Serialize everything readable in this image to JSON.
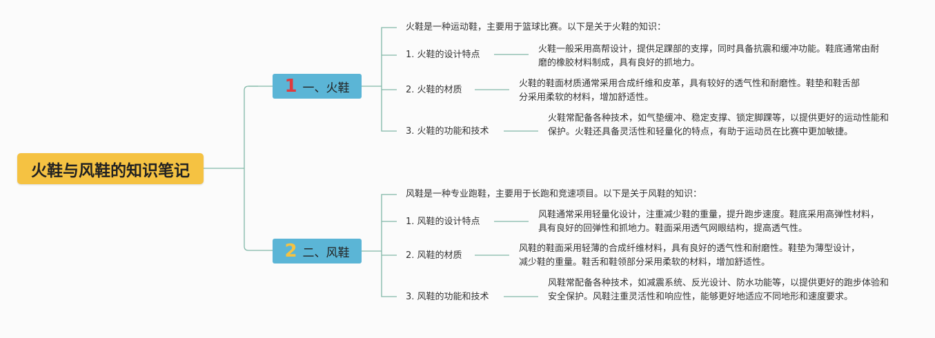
{
  "root": {
    "title": "火鞋与风鞋的知识笔记"
  },
  "branches": [
    {
      "number": "1",
      "label": "一、火鞋",
      "intro": "火鞋是一种运动鞋，主要用于篮球比赛。以下是关于火鞋的知识：",
      "items": [
        {
          "title": "1. 火鞋的设计特点",
          "detail": "火鞋一般采用高帮设计，提供足踝部的支撑，同时具备抗震和缓冲功能。鞋底通常由耐磨的橡胶材料制成，具有良好的抓地力。"
        },
        {
          "title": "2. 火鞋的材质",
          "detail": "火鞋的鞋面材质通常采用合成纤维和皮革，具有较好的透气性和耐磨性。鞋垫和鞋舌部分采用柔软的材料，增加舒适性。"
        },
        {
          "title": "3. 火鞋的功能和技术",
          "detail": "火鞋常配备各种技术，如气垫缓冲、稳定支撑、锁定脚踝等，以提供更好的运动性能和保护。火鞋还具备灵活性和轻量化的特点，有助于运动员在比赛中更加敏捷。"
        }
      ]
    },
    {
      "number": "2",
      "label": "二、风鞋",
      "intro": "风鞋是一种专业跑鞋，主要用于长跑和竞速项目。以下是关于风鞋的知识：",
      "items": [
        {
          "title": "1. 风鞋的设计特点",
          "detail": "风鞋通常采用轻量化设计，注重减少鞋的重量，提升跑步速度。鞋底采用高弹性材料，具有良好的回弹性和抓地力。鞋面采用透气网眼结构，提高透气性。"
        },
        {
          "title": "2. 风鞋的材质",
          "detail": "风鞋的鞋面采用轻薄的合成纤维材料，具有良好的透气性和耐磨性。鞋垫为薄型设计，减少鞋的重量。鞋舌和鞋领部分采用柔软的材料，增加舒适性。"
        },
        {
          "title": "3. 风鞋的功能和技术",
          "detail": "风鞋常配备各种技术，如减震系统、反光设计、防水功能等，以提供更好的跑步体验和安全保护。风鞋注重灵活性和响应性，能够更好地适应不同地形和速度要求。"
        }
      ]
    }
  ]
}
